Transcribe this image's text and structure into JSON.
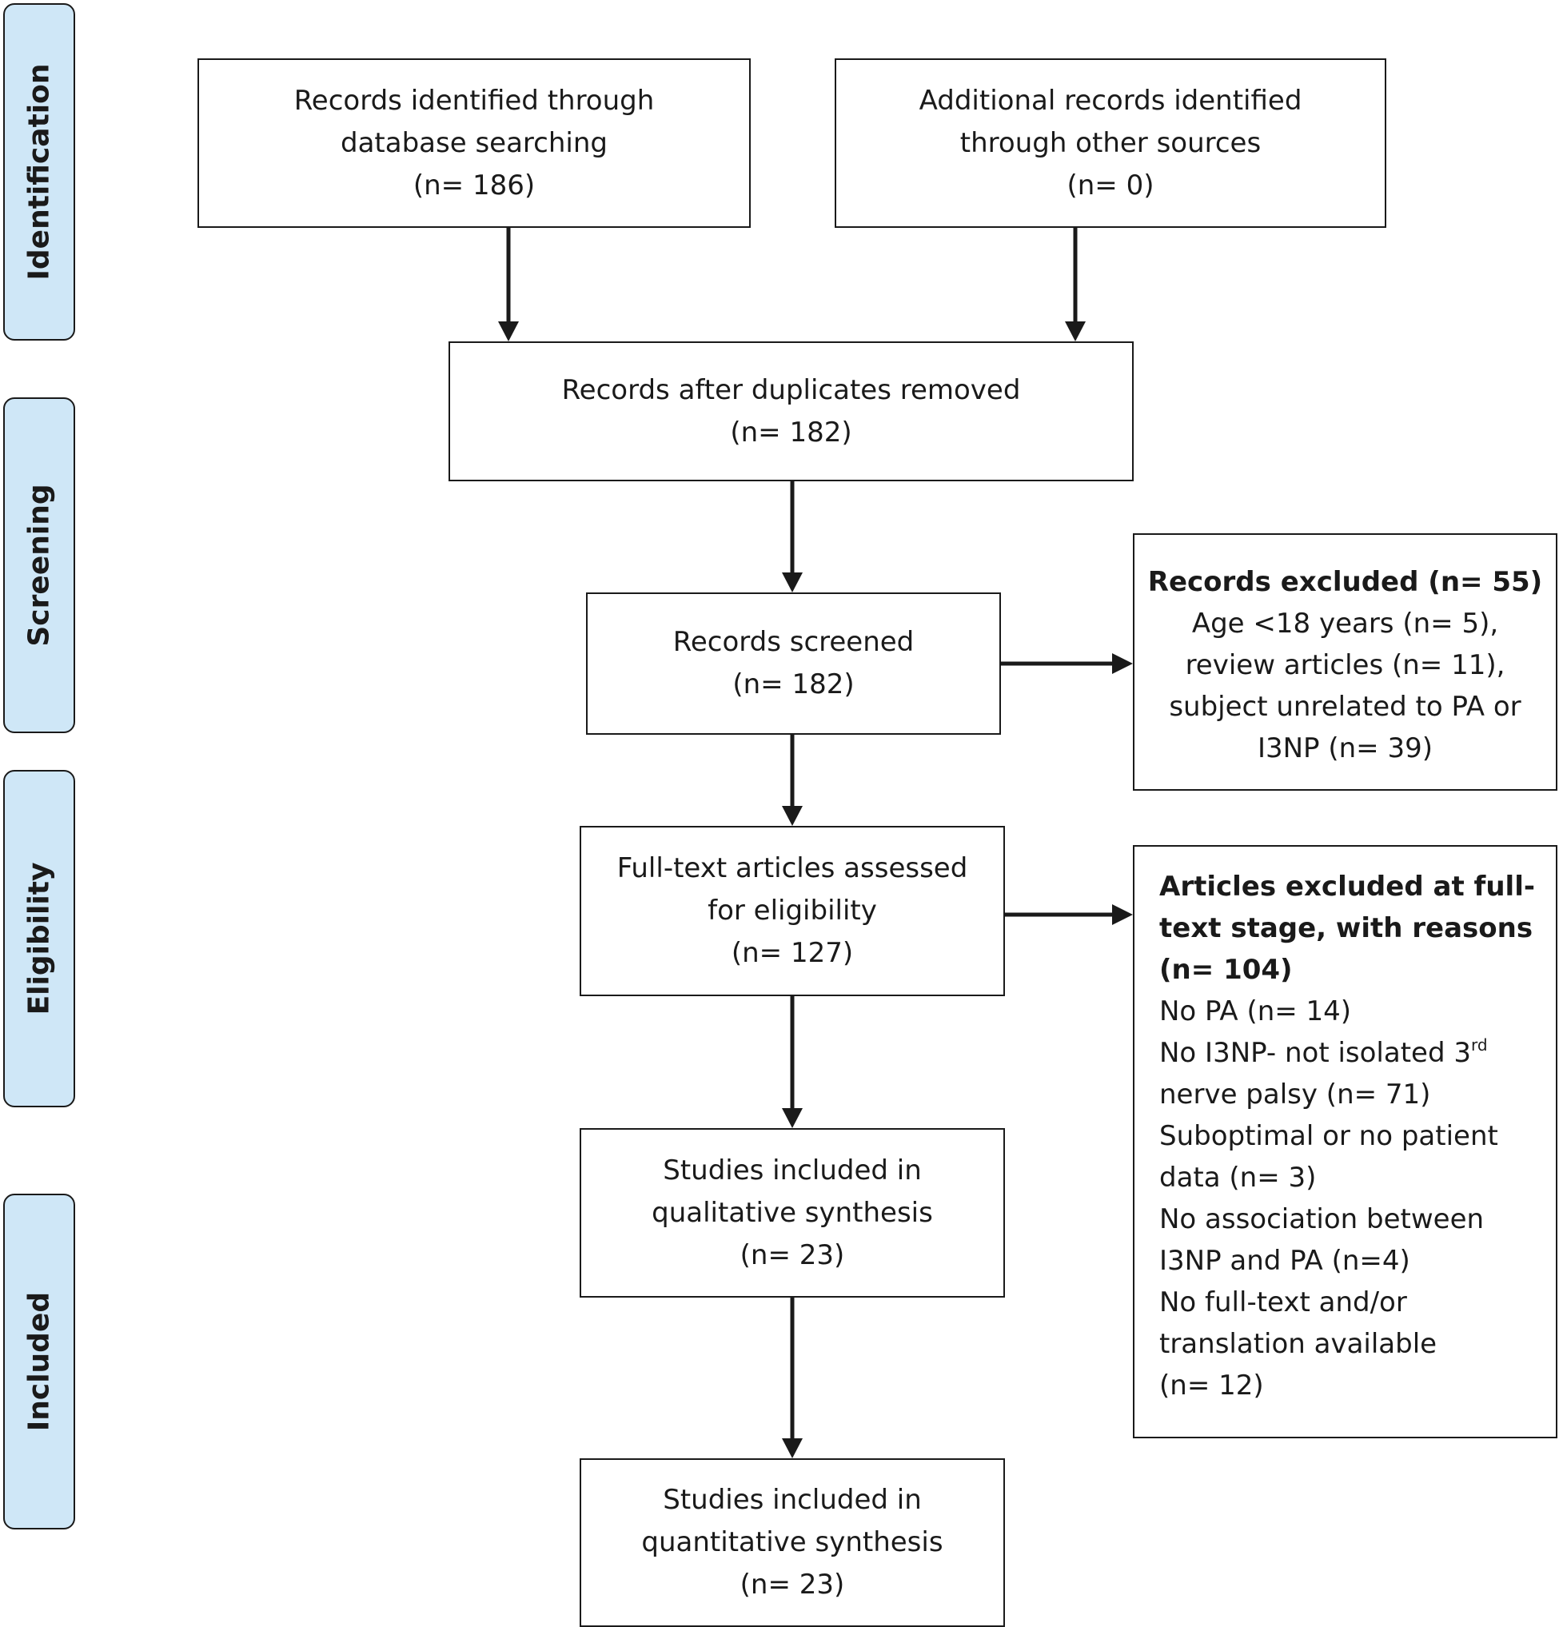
{
  "stages": {
    "identification": "Identification",
    "screening": "Screening",
    "eligibility": "Eligibility",
    "included": "Included"
  },
  "boxes": {
    "db_search": {
      "line1": "Records identified through",
      "line2": "database searching",
      "line3": "(n=  186)"
    },
    "other_sources": {
      "line1": "Additional records identified",
      "line2": "through other sources",
      "line3": "(n=  0)"
    },
    "duplicates_removed": {
      "line1": "Records after duplicates removed",
      "line2": "(n=  182)"
    },
    "screened": {
      "line1": "Records screened",
      "line2": "(n=  182)"
    },
    "fulltext_assessed": {
      "line1": "Full-text articles assessed",
      "line2": "for eligibility",
      "line3": "(n=  127)"
    },
    "qualitative": {
      "line1": "Studies included in",
      "line2": "qualitative synthesis",
      "line3": "(n=  23)"
    },
    "quantitative": {
      "line1": "Studies included in",
      "line2": "quantitative synthesis",
      "line3": "(n=   23)"
    }
  },
  "records_excluded": {
    "title": "Records excluded (n= 55)",
    "line1": "Age <18 years (n= 5),",
    "line2": "review articles (n= 11),",
    "line3": "subject unrelated to PA or",
    "line4": "I3NP (n= 39)"
  },
  "articles_excluded": {
    "title1": "Articles excluded at full-",
    "title2": "text stage, with reasons",
    "title3": "(n=   104)",
    "r1": "No PA (n= 14)",
    "r2a": "No I3NP- not isolated 3",
    "r2sup": "rd",
    "r2b": "nerve palsy (n= 71)",
    "r3a": "Suboptimal or no patient",
    "r3b": "data (n= 3)",
    "r4a": "No association between",
    "r4b": "I3NP and PA (n=4)",
    "r5a": "No full-text and/or",
    "r5b": "translation available",
    "r5c": "(n= 12)"
  }
}
